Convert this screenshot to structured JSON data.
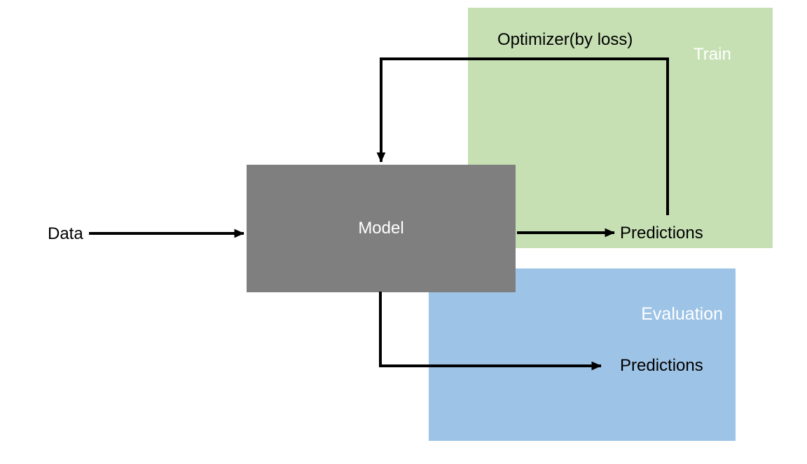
{
  "diagram": {
    "nodes": {
      "data_label": "Data",
      "model_label": "Model"
    },
    "train_region": {
      "title": "Train",
      "optimizer_label": "Optimizer(by loss)",
      "predictions_label": "Predictions",
      "bg_color": "#c6e0b4"
    },
    "evaluation_region": {
      "title": "Evaluation",
      "predictions_label": "Predictions",
      "bg_color": "#9dc3e6"
    },
    "colors": {
      "page_bg": "#ffffff",
      "model_bg": "#7f7f7f",
      "model_text": "#ffffff",
      "region_title_text": "#ffffff",
      "label_text": "#000000",
      "arrow": "#000000"
    }
  }
}
